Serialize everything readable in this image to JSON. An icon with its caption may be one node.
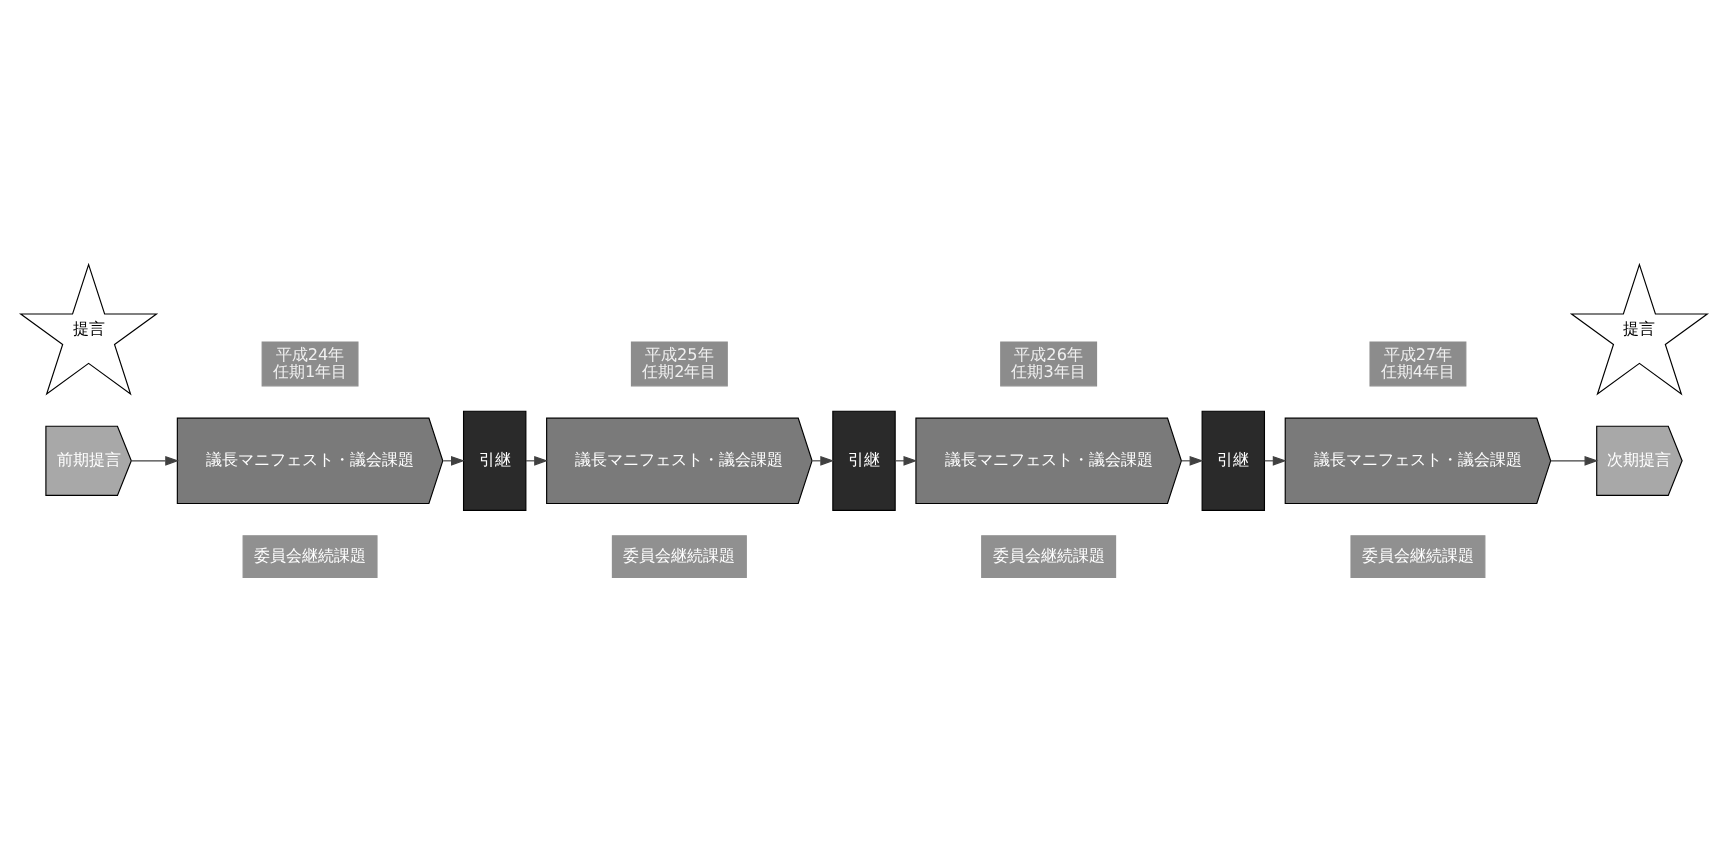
{
  "diagram": {
    "nodes": [
      {
        "text": [
          "提言"
        ]
      },
      {
        "text": [
          "平成24年",
          "任期1年目"
        ]
      },
      {
        "text": [
          "平成25年",
          "任期2年目"
        ]
      },
      {
        "text": [
          "平成26年",
          "任期3年目"
        ]
      },
      {
        "text": [
          "平成27年",
          "任期4年目"
        ]
      },
      {
        "text": [
          "提言"
        ]
      },
      {
        "text": [
          "前期提言"
        ]
      },
      {
        "text": [
          "議長マニフェスト・議会課題"
        ]
      },
      {
        "text": [
          "引継"
        ]
      },
      {
        "text": [
          "議長マニフェスト・議会課題"
        ]
      },
      {
        "text": [
          "引継"
        ]
      },
      {
        "text": [
          "議長マニフェスト・議会課題"
        ]
      },
      {
        "text": [
          "引継"
        ]
      },
      {
        "text": [
          "議長マニフェスト・議会課題"
        ]
      },
      {
        "text": [
          "次期提言"
        ]
      },
      {
        "text": [
          "委員会継続課題"
        ]
      },
      {
        "text": [
          "委員会継続課題"
        ]
      },
      {
        "text": [
          "委員会継続課題"
        ]
      },
      {
        "text": [
          "委員会継続課題"
        ]
      }
    ],
    "edges": [
      {
        "from": 6,
        "to": 7,
        "arrow": "to"
      },
      {
        "from": 7,
        "to": 8,
        "arrow": "to"
      },
      {
        "from": 8,
        "to": 9,
        "arrow": "to"
      },
      {
        "from": 9,
        "to": 10,
        "arrow": "to"
      },
      {
        "from": 10,
        "to": 11,
        "arrow": "to"
      },
      {
        "from": 11,
        "to": 12,
        "arrow": "to"
      },
      {
        "from": 12,
        "to": 13,
        "arrow": "to"
      },
      {
        "from": 13,
        "to": 14,
        "arrow": "to"
      }
    ]
  }
}
